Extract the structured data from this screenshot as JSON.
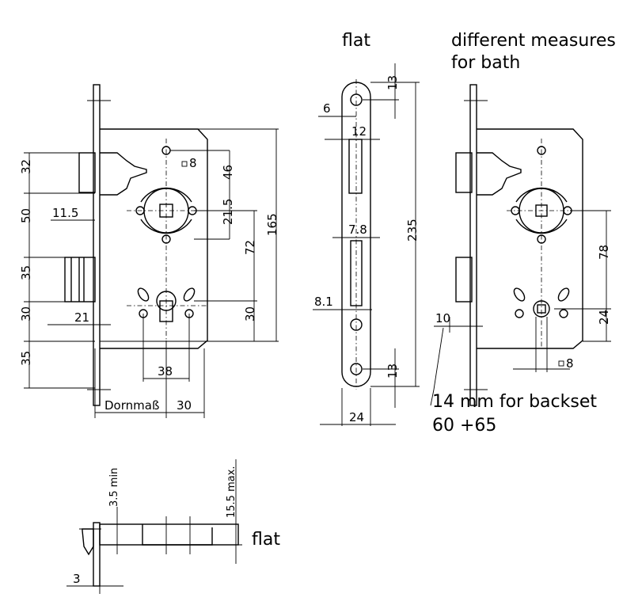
{
  "labels": {
    "flat_top": "flat",
    "bath_line1": "different measures",
    "bath_line2": "for bath",
    "backset_line1": "14 mm for backset",
    "backset_line2": "60 +65",
    "flat_bottom": "flat"
  },
  "dims_main": {
    "d32": "32",
    "d50": "50",
    "d35a": "35",
    "d30a": "30",
    "d35b": "35",
    "d11_5": "11.5",
    "d21": "21",
    "sq8": "8",
    "d46": "46",
    "d21_5": "21.5",
    "d72": "72",
    "d165": "165",
    "d30b": "30",
    "d38": "38",
    "dornmass": "Dornmaß",
    "d30c": "30"
  },
  "dims_plate": {
    "d13a": "13",
    "d6": "6",
    "d12": "12",
    "d7_8": "7.8",
    "d235": "235",
    "d8_1": "8.1",
    "d13b": "13",
    "d24": "24"
  },
  "dims_bath": {
    "d78": "78",
    "d24": "24",
    "d10": "10",
    "sq8": "8"
  },
  "dims_side": {
    "d3_5": "3.5 min",
    "d15_5": "15.5 max.",
    "d3": "3"
  }
}
